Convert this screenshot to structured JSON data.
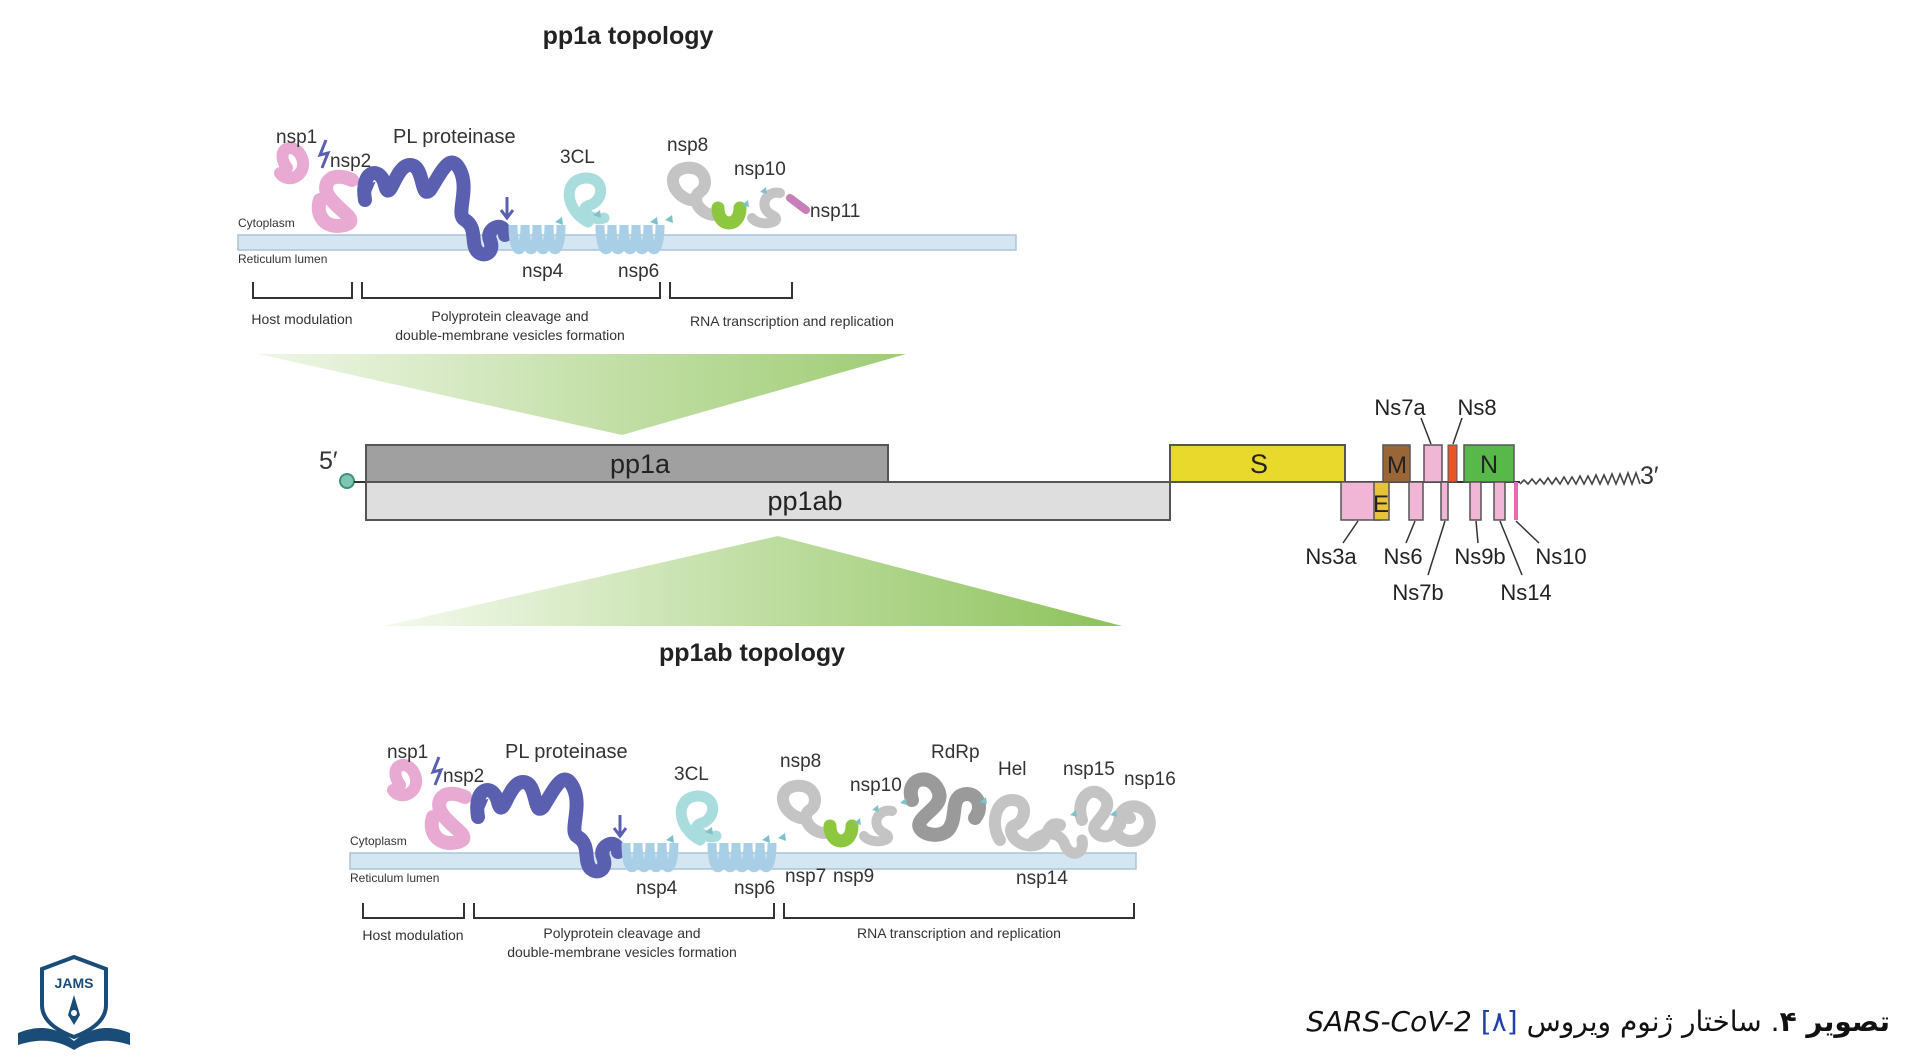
{
  "top_panel": {
    "title": "pp1a topology",
    "labels": {
      "nsp1": "nsp1",
      "nsp2": "nsp2",
      "pl": "PL proteinase",
      "cl3": "3CL",
      "nsp8": "nsp8",
      "nsp10": "nsp10",
      "nsp11": "nsp11",
      "nsp4": "nsp4",
      "nsp6": "nsp6",
      "cytoplasm": "Cytoplasm",
      "lumen": "Reticulum lumen"
    },
    "brackets": {
      "host": "Host modulation",
      "poly1": "Polyprotein cleavage and",
      "poly2": "double-membrane vesicles formation",
      "rna": "RNA transcription and replication"
    }
  },
  "genome": {
    "five": "5′",
    "three": "3′",
    "pp1a": "pp1a",
    "pp1ab": "pp1ab",
    "s": "S",
    "m": "M",
    "e": "E",
    "n": "N",
    "ns7a": "Ns7a",
    "ns8": "Ns8",
    "ns3a": "Ns3a",
    "ns6": "Ns6",
    "ns7b": "Ns7b",
    "ns9b": "Ns9b",
    "ns14": "Ns14",
    "ns10": "Ns10"
  },
  "bottom_panel": {
    "title": "pp1ab topology",
    "labels": {
      "nsp1": "nsp1",
      "nsp2": "nsp2",
      "pl": "PL proteinase",
      "cl3": "3CL",
      "nsp8": "nsp8",
      "nsp10": "nsp10",
      "rdrp": "RdRp",
      "hel": "Hel",
      "nsp15": "nsp15",
      "nsp16": "nsp16",
      "nsp4": "nsp4",
      "nsp6": "nsp6",
      "nsp7": "nsp7",
      "nsp9": "nsp9",
      "nsp14": "nsp14",
      "cytoplasm": "Cytoplasm",
      "lumen": "Reticulum lumen"
    },
    "brackets": {
      "host": "Host modulation",
      "poly1": "Polyprotein cleavage and",
      "poly2": "double-membrane vesicles formation",
      "rna": "RNA transcription and replication"
    }
  },
  "caption": {
    "label": "تصویر ۴",
    "text": ". ساختار ژنوم ویروس ",
    "virus": "SARS-CoV-2",
    "ref": "[۸]"
  },
  "logo": {
    "text": "JAMS"
  },
  "colors": {
    "pink": "#e8a9d2",
    "purple": "#5a5fb0",
    "light_blue": "#a8cfe6",
    "teal": "#a9dcdc",
    "gray": "#c4c4c4",
    "green": "#8dc63f",
    "membrane": "#d4e6f1",
    "S": "#e8d92c",
    "M": "#9a6638",
    "E": "#e8c33a",
    "N": "#59b84a",
    "ns_pink": "#f1b5d5",
    "ns8": "#e8562a"
  }
}
